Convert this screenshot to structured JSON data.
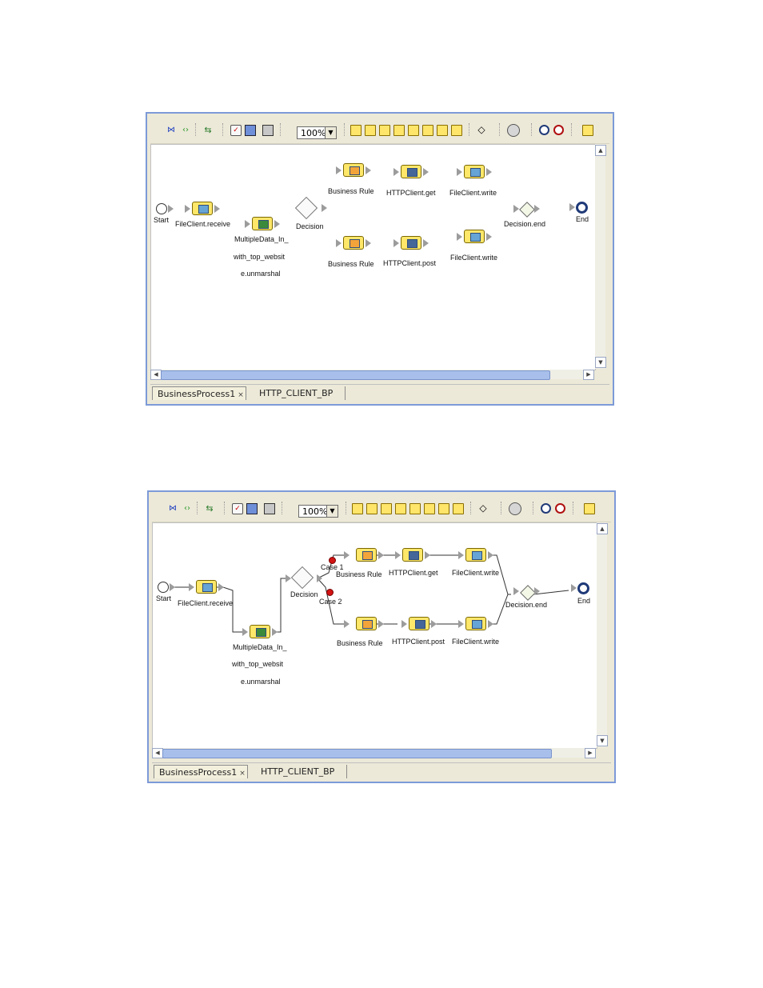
{
  "zoom": "100%",
  "tabs": {
    "tab1": "BusinessProcess1",
    "tab1_close": "×",
    "tab2": "HTTP_CLIENT_BP"
  },
  "nodes": {
    "start": "Start",
    "file_receive": "FileClient.receive",
    "unmarshal_line1": "MultipleData_In_",
    "unmarshal_line2": "with_top_websit",
    "unmarshal_line3": "e.unmarshal",
    "decision": "Decision",
    "business_rule": "Business Rule",
    "http_get": "HTTPClient.get",
    "http_post": "HTTPClient.post",
    "file_write": "FileClient.write",
    "decision_end": "Decision.end",
    "end": "End",
    "case1": "Case 1",
    "case2": "Case 2"
  },
  "icons": {
    "toolbar": [
      "layout-icon",
      "refresh-icon",
      "link-icon",
      "validate-icon",
      "export-icon",
      "print-icon",
      "folder-icon",
      "folder-icon",
      "folder-icon",
      "folder-icon",
      "folder-icon",
      "folder-icon",
      "folder-icon",
      "folder-icon",
      "decision-tool-icon",
      "event-tool-icon",
      "timer-icon",
      "stop-icon",
      "notes-icon"
    ]
  },
  "colors": {
    "activity": "#ffe76a",
    "scroll_thumb": "#a7bfea",
    "case_marker": "#d21313",
    "end_ring": "#1f3a78"
  }
}
